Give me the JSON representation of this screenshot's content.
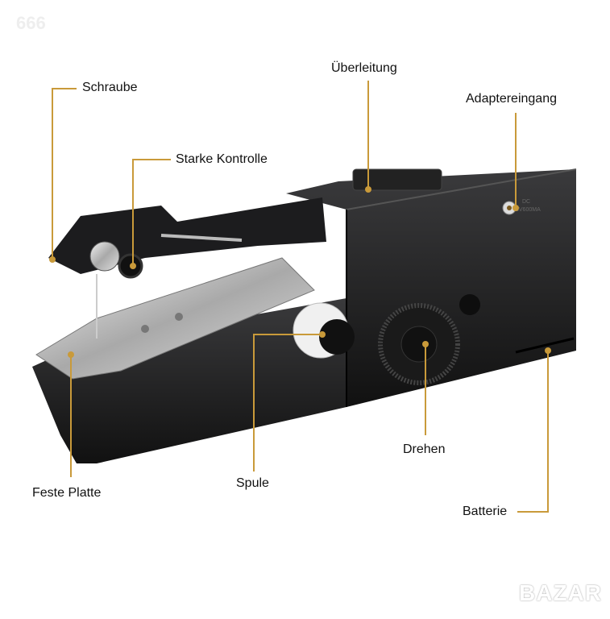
{
  "watermark": "666",
  "logo": "BAZAR",
  "device_marking": [
    "DC",
    "6V600MA"
  ],
  "labels": {
    "schraube": "Schraube",
    "starke_kontrolle": "Starke Kontrolle",
    "ueberleitung": "Überleitung",
    "adaptereingang": "Adaptereingang",
    "drehen": "Drehen",
    "spule": "Spule",
    "feste_platte": "Feste Platte",
    "batterie": "Batterie"
  },
  "colors": {
    "leader": "#c99a3a",
    "body": "#1c1c1e"
  }
}
